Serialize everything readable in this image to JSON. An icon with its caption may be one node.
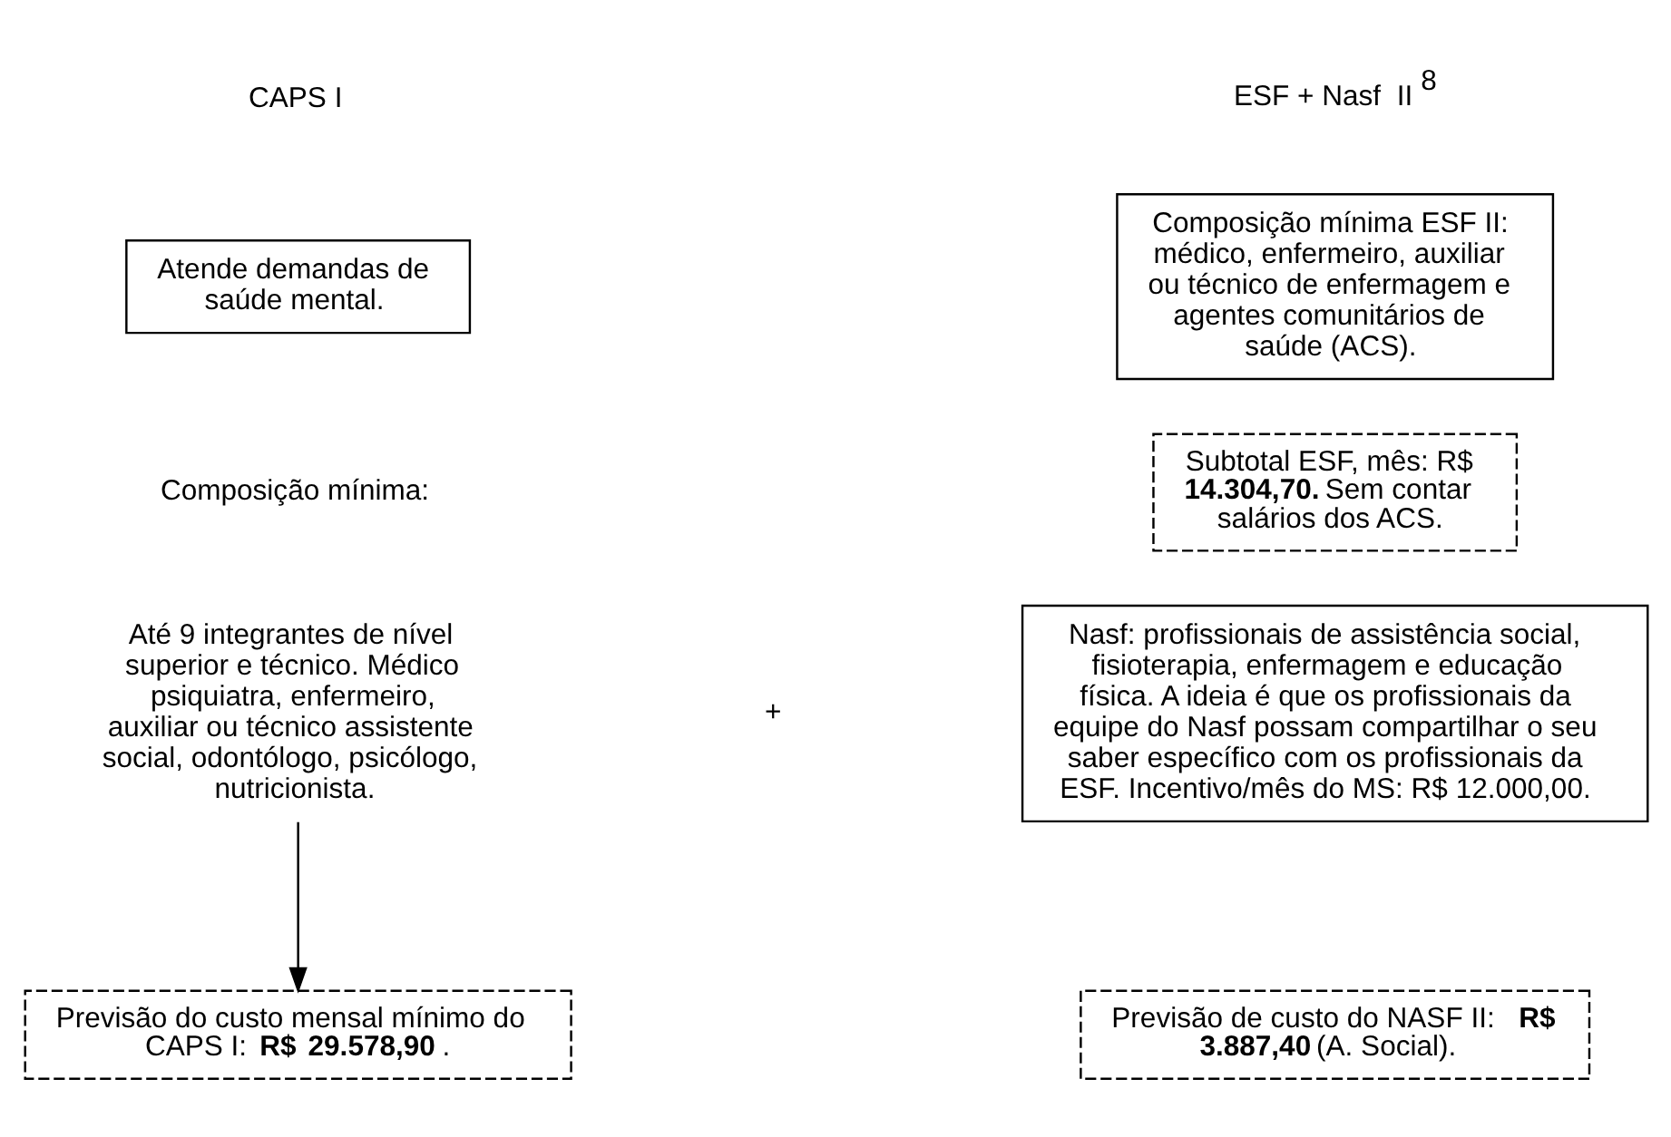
{
  "diagram": {
    "nodes": [
      {
        "text": [
          "Atende demandas de saúde mental."
        ]
      },
      {
        "text": [
          "Composição mínima:"
        ]
      },
      {
        "text": [
          "Até 9 integrantes de nível superior e técnico. Médico psiquiatra, enfermeiro, auxiliar ou técnico assistente social, odontólogo, psicólogo, nutricionista."
        ]
      },
      {
        "text": [
          "Previsão do custo mensal mínimo do CAPS I: **R$ 29.578,90**."
        ]
      },
      {
        "text": [
          "Composição mínima ESF II: médico, enfermeiro, auxiliar ou técnico de enfermagem e agentes comunitários de saúde (ACS)."
        ]
      },
      {
        "text": [
          "Subtotal ESF, mês: R$ **14.304,70.** Sem contar salários dos ACS."
        ]
      },
      {
        "text": [
          "Nasf: profissionais de assistência social, fisioterapia, enfermagem e educação física. A ideia é que os profissionais da equipe do Nasf possam compartilhar o seu saber específico com os profissionais da ESF. Incentivo/mês do MS: R$ 12.000,00."
        ]
      },
      {
        "text": [
          "Previsão de custo do NASF II: **R$ 3.887,40** (A. Social)."
        ]
      }
    ],
    "edges": [
      {
        "from": 2,
        "to": 3,
        "arrow": "to"
      }
    ],
    "labels": [
      "CAPS I",
      "ESF + Nasf  II$^{8}$",
      "+"
    ]
  }
}
